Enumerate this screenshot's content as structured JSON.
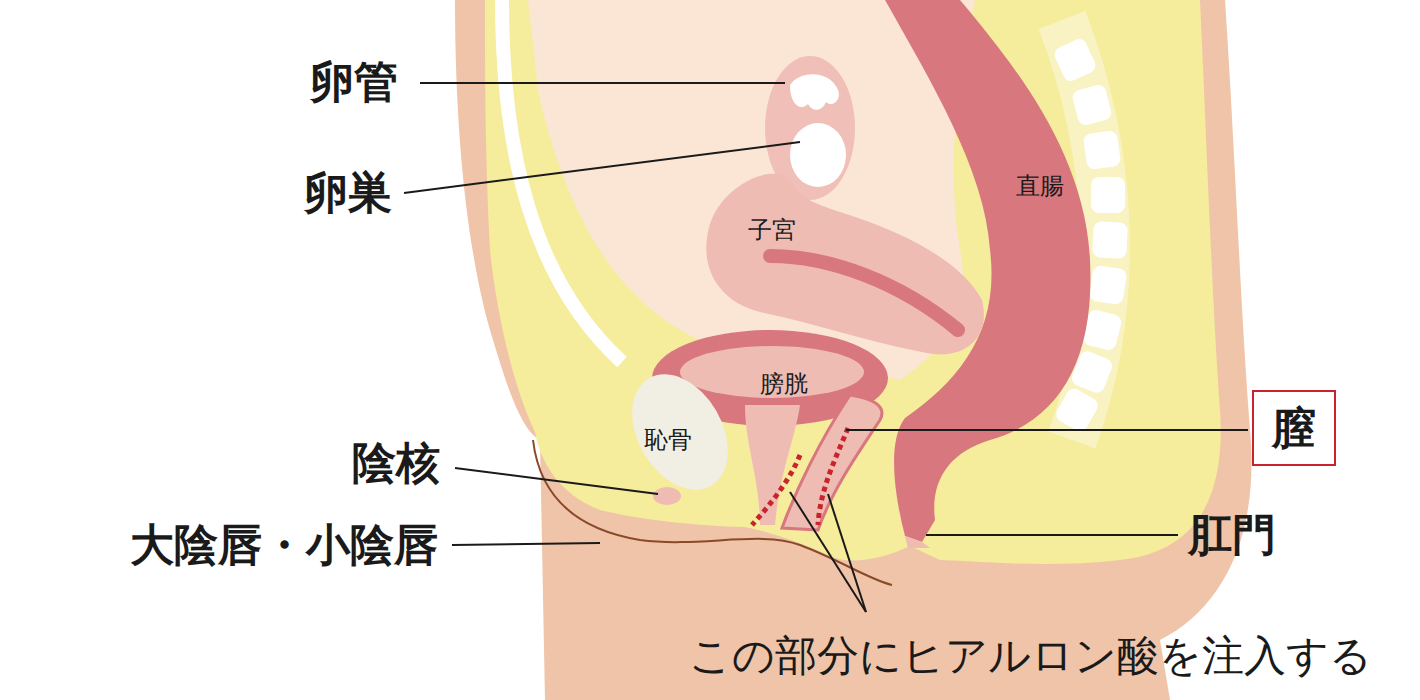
{
  "diagram": {
    "nodes": [
      {
        "text": [
          "膣"
        ]
      }
    ],
    "labels": [
      "卵管",
      "卵巣",
      "子宮",
      "直腸",
      "膀胱",
      "恥骨",
      "陰核",
      "大陰唇・小陰唇",
      "肛門",
      "この部分にヒアルロン酸を注入する"
    ]
  }
}
